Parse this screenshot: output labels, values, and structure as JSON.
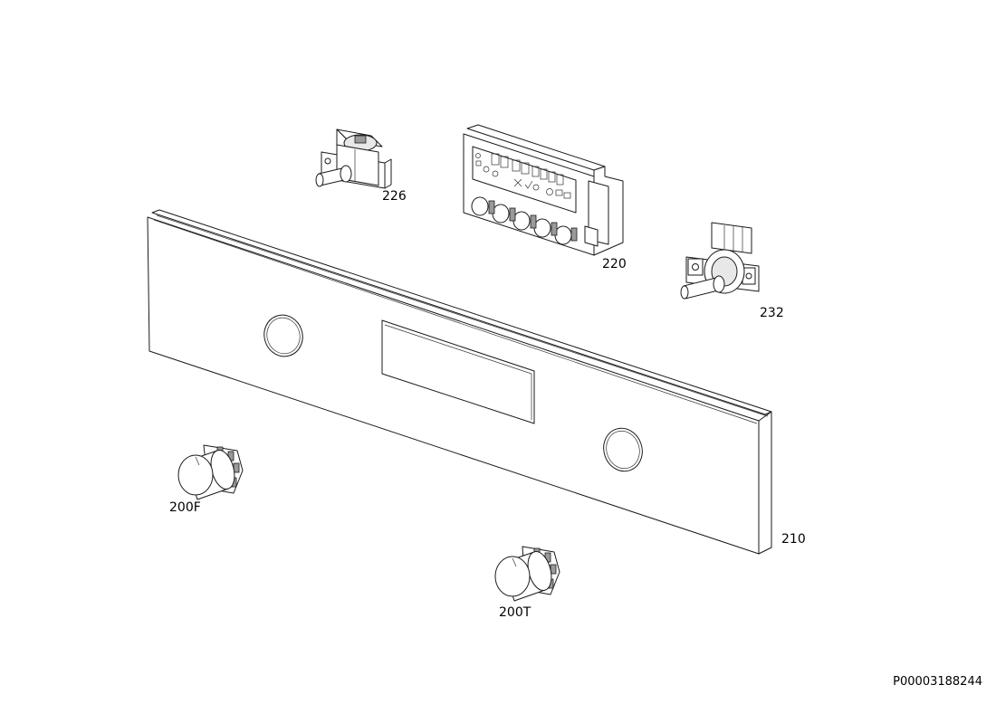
{
  "labels": {
    "p226": "226",
    "p220": "220",
    "p232": "232",
    "p210": "210",
    "p200F": "200F",
    "p200T": "200T"
  },
  "document_code": "P00003188244",
  "colors": {
    "line": "#1a1a1a",
    "background": "#ffffff"
  }
}
